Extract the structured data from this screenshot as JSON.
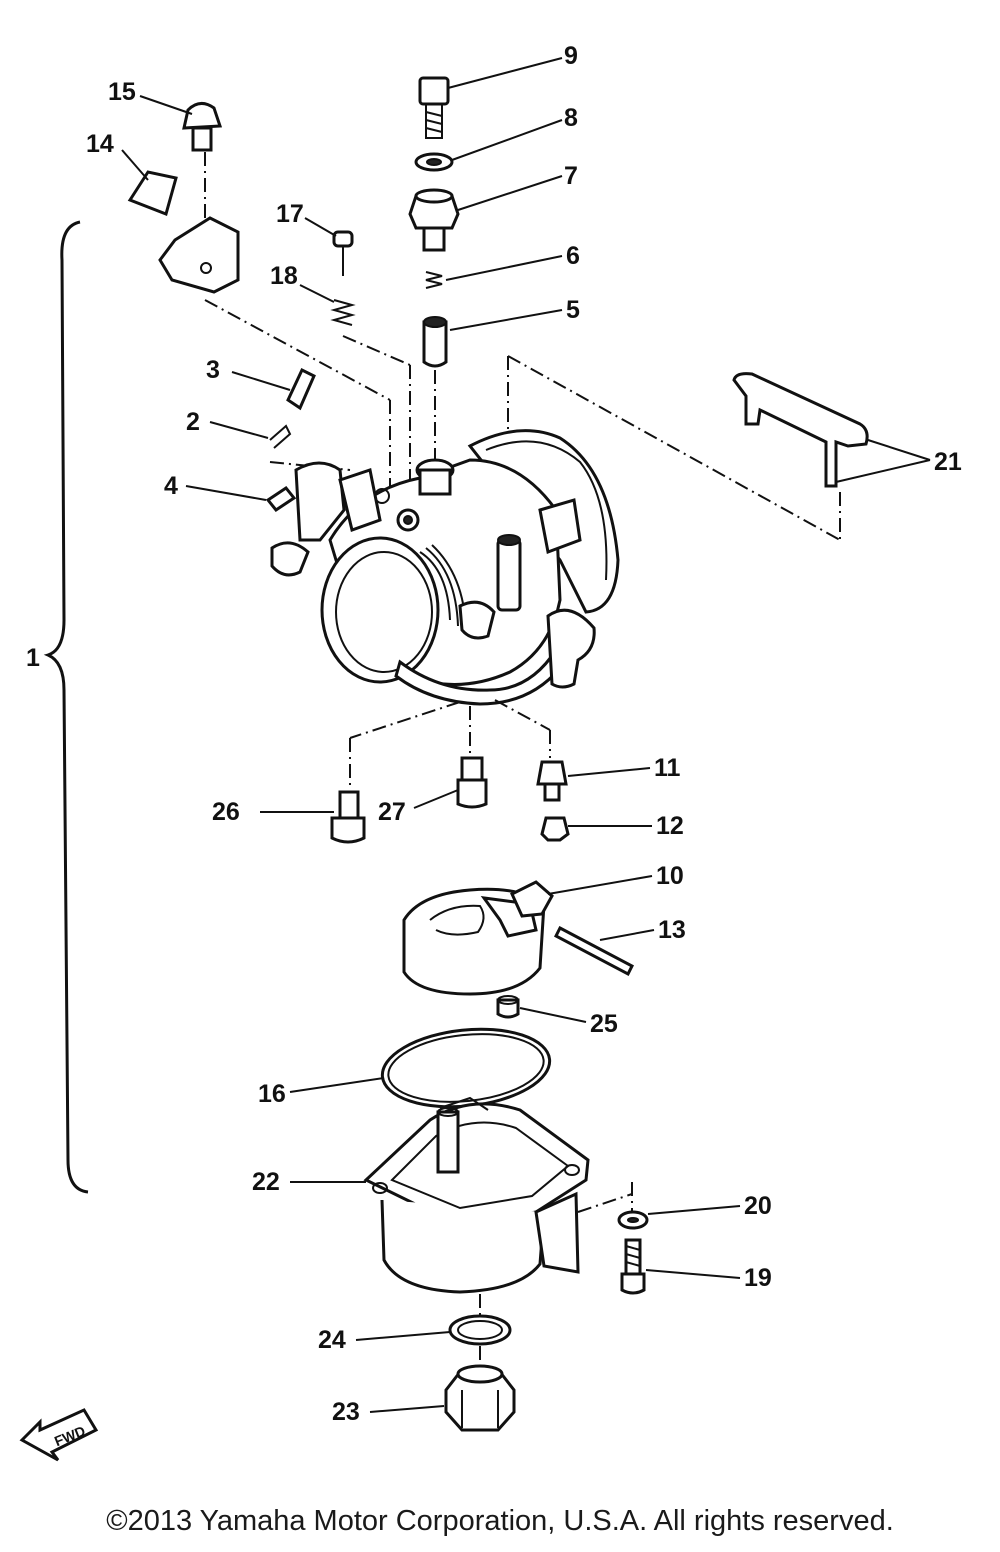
{
  "parts": {
    "p1": "1",
    "p2": "2",
    "p3": "3",
    "p4": "4",
    "p5": "5",
    "p6": "6",
    "p7": "7",
    "p8": "8",
    "p9": "9",
    "p10": "10",
    "p11": "11",
    "p12": "12",
    "p13": "13",
    "p14": "14",
    "p15": "15",
    "p16": "16",
    "p17": "17",
    "p18": "18",
    "p19": "19",
    "p20": "20",
    "p21": "21",
    "p22": "22",
    "p23": "23",
    "p24": "24",
    "p25": "25",
    "p26": "26",
    "p27": "27"
  },
  "fwd_label": "FWD",
  "copyright": "©2013 Yamaha Motor Corporation, U.S.A. All rights reserved."
}
